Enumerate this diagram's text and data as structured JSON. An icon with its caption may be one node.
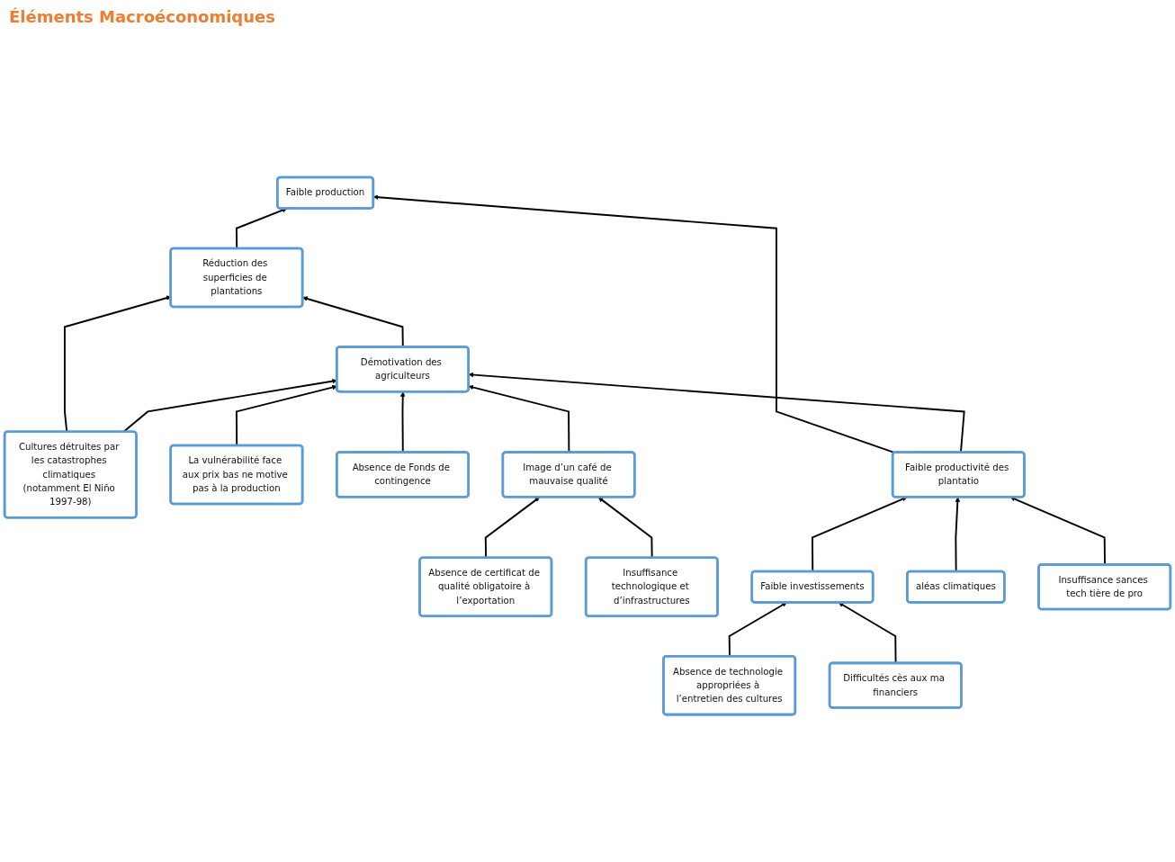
{
  "diagram": {
    "nodes": [
      {
        "text": [
          "Faible production"
        ]
      },
      {
        "text": [
          "Réduction des superficies de plantations"
        ]
      },
      {
        "text": [
          "Faible productivité des plantatio"
        ]
      },
      {
        "text": [
          "Cultures détruites par les catastrophes climatiques (notamment El Niño 1997-98)"
        ]
      },
      {
        "text": [
          "Démotivation des agriculteurs"
        ]
      },
      {
        "text": [
          "Faible investissements"
        ]
      },
      {
        "text": [
          "aléas climatiques"
        ]
      },
      {
        "text": [
          "Insuffisance sances tech tière de pro"
        ]
      },
      {
        "text": [
          "La vulnérabilité face aux prix bas ne motive pas à la production"
        ]
      },
      {
        "text": [
          "Absence de Fonds de contingence"
        ]
      },
      {
        "text": [
          "Image d’un café de mauvaise qualité"
        ]
      },
      {
        "text": [
          "Absence de technologie appropriées à l’entretien des cultures"
        ]
      },
      {
        "text": [
          "Difficultés cès aux ma financiers"
        ]
      },
      {
        "text": [
          "Absence de certificat de qualité obligatoire à l’exportation"
        ]
      },
      {
        "text": [
          "Insuffisance technologique et d’infrastructures"
        ]
      }
    ],
    "edges": [
      {
        "from": 1,
        "to": 0,
        "arrow": "to"
      },
      {
        "from": 2,
        "to": 0,
        "arrow": "to"
      },
      {
        "from": 2,
        "to": 4,
        "arrow": "to"
      },
      {
        "from": 3,
        "to": 1,
        "arrow": "to"
      },
      {
        "from": 4,
        "to": 1,
        "arrow": "to"
      },
      {
        "from": 3,
        "to": 4,
        "arrow": "to"
      },
      {
        "from": 5,
        "to": 2,
        "arrow": "to"
      },
      {
        "from": 6,
        "to": 2,
        "arrow": "to"
      },
      {
        "from": 7,
        "to": 2,
        "arrow": "to"
      },
      {
        "from": 8,
        "to": 4,
        "arrow": "to"
      },
      {
        "from": 9,
        "to": 4,
        "arrow": "to"
      },
      {
        "from": 10,
        "to": 4,
        "arrow": "to"
      },
      {
        "from": 11,
        "to": 5,
        "arrow": "to"
      },
      {
        "from": 12,
        "to": 5,
        "arrow": "to"
      },
      {
        "from": 13,
        "to": 10,
        "arrow": "to"
      },
      {
        "from": 14,
        "to": 10,
        "arrow": "to"
      }
    ],
    "labels": [
      "Éléments Macroéconomiques"
    ]
  }
}
